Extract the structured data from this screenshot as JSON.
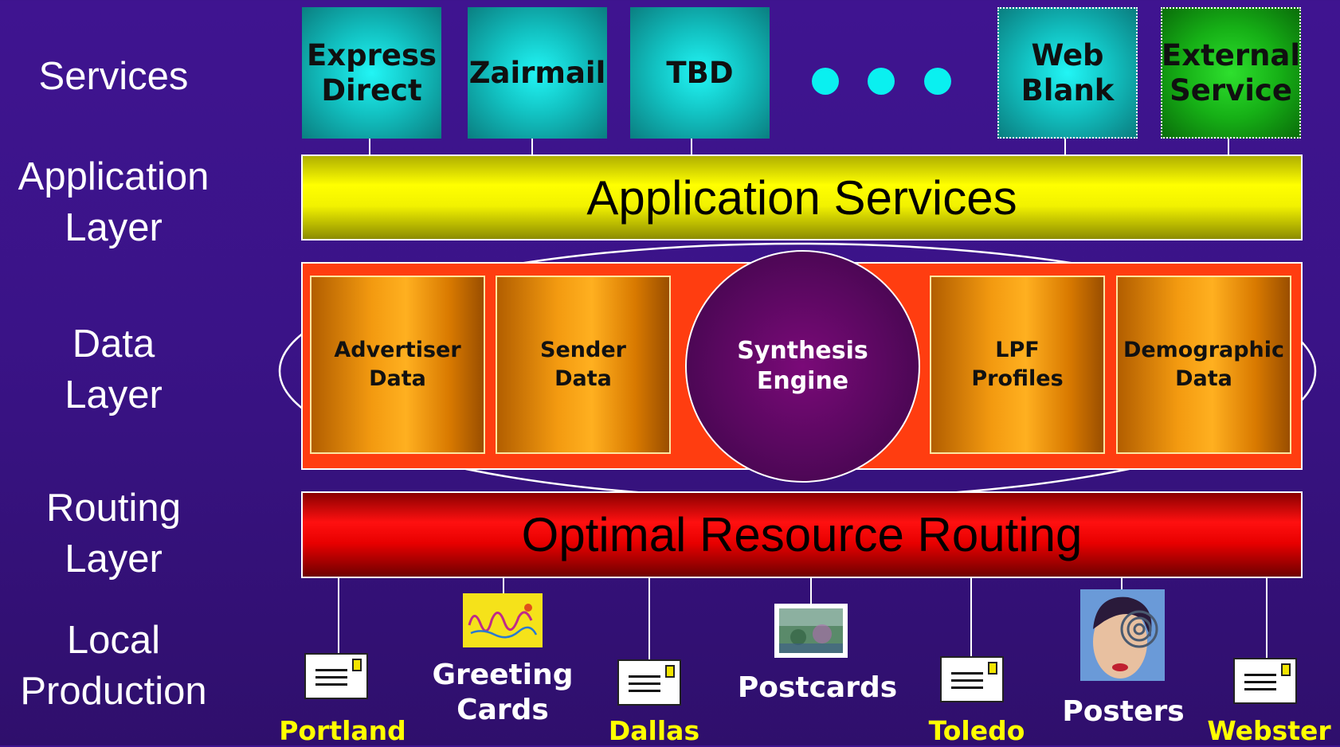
{
  "layer_labels": {
    "services": "Services",
    "application": "Application\nLayer",
    "data": "Data\nLayer",
    "routing": "Routing\nLayer",
    "local": "Local\nProduction"
  },
  "services": {
    "express_direct": "Express\nDirect",
    "zairmail": "Zairmail",
    "tbd": "TBD",
    "web_blank": "Web\nBlank",
    "external_service": "External\nService"
  },
  "application_services": "Application Services",
  "data_layer": {
    "advertiser": "Advertiser\nData",
    "sender": "Sender\nData",
    "engine": "Synthesis\nEngine",
    "lpf": "LPF\nProfiles",
    "demographic": "Demographic\nData"
  },
  "routing": "Optimal Resource Routing",
  "local_production": {
    "portland": "Portland",
    "greeting_cards": "Greeting\nCards",
    "dallas": "Dallas",
    "postcards": "Postcards",
    "toledo": "Toledo",
    "posters": "Posters",
    "webster": "Webster"
  },
  "colors": {
    "background": "#3f1490",
    "service_teal": "#12c2c2",
    "service_green": "#16b016",
    "app_yellow": "#f2f200",
    "data_orange": "#ff3d10",
    "routing_red": "#e00000",
    "city_yellow": "#ffff00"
  }
}
